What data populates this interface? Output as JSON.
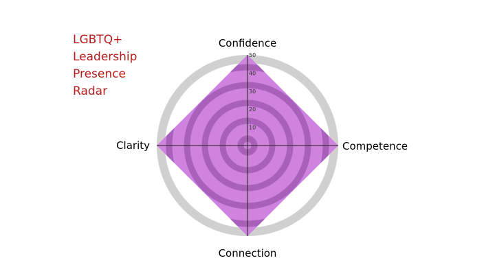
{
  "title_lines": [
    "LGBTQ+",
    "Leadership",
    "Presence",
    "Radar"
  ],
  "colors": {
    "title": "#b71c1c",
    "fill": "#b44fc7",
    "ring_dark": "#a860b8",
    "ring_light": "#cf83dc",
    "outer_ring": "#d0d0d0",
    "axis": "#222222"
  },
  "chart_data": {
    "type": "radar",
    "title": "LGBTQ+ Leadership Presence Radar",
    "axes": [
      "Confidence",
      "Competence",
      "Connection",
      "Clarity"
    ],
    "series": [
      {
        "values": [
          50,
          50,
          50,
          50
        ]
      }
    ],
    "range": [
      0,
      50
    ],
    "ticks": [
      10,
      20,
      30,
      40,
      50
    ],
    "grid": "concentric-circles"
  }
}
